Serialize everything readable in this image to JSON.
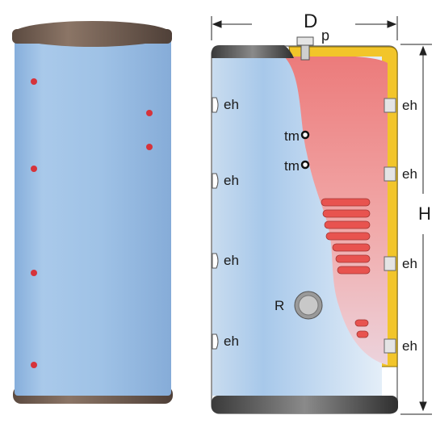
{
  "labels": {
    "diameter": "D",
    "diameter_sub": "p",
    "height": "H",
    "eh": "eh",
    "tm": "tm",
    "r": "R"
  },
  "colors": {
    "tank_body": "#9fc3e6",
    "cap": "#6b5a4e",
    "insulation": "#f2c52a",
    "hot_water": "#ef8a8a",
    "cold_water": "#cfe0f0",
    "coil": "#e8534f"
  }
}
